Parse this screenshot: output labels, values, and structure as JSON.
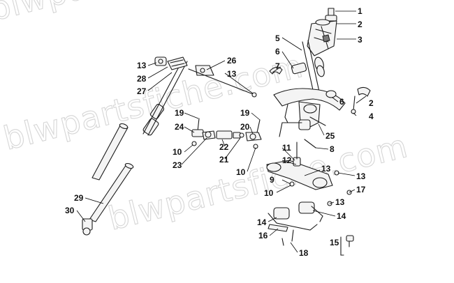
{
  "watermark": {
    "text": "blwpartsfiche.com"
  },
  "callouts": {
    "c1": "1",
    "c2a": "2",
    "c3": "3",
    "c5": "5",
    "c6a": "6",
    "c7": "7",
    "c26": "26",
    "c13a": "13",
    "c13b": "13",
    "c28": "28",
    "c27": "27",
    "c2b": "2",
    "c6b": "6",
    "c4": "4",
    "c19a": "19",
    "c19b": "19",
    "c24": "24",
    "c20": "20",
    "c25": "25",
    "c8": "8",
    "c10a": "10",
    "c22": "22",
    "c21": "21",
    "c23": "23",
    "c10b": "10",
    "c11": "11",
    "c12": "12",
    "c13c": "13",
    "c13d": "13",
    "c9": "9",
    "c17": "17",
    "c10c": "10",
    "c13e": "13",
    "c29": "29",
    "c30": "30",
    "c14a": "14",
    "c14b": "14",
    "c16": "16",
    "c15": "15",
    "c18": "18"
  }
}
